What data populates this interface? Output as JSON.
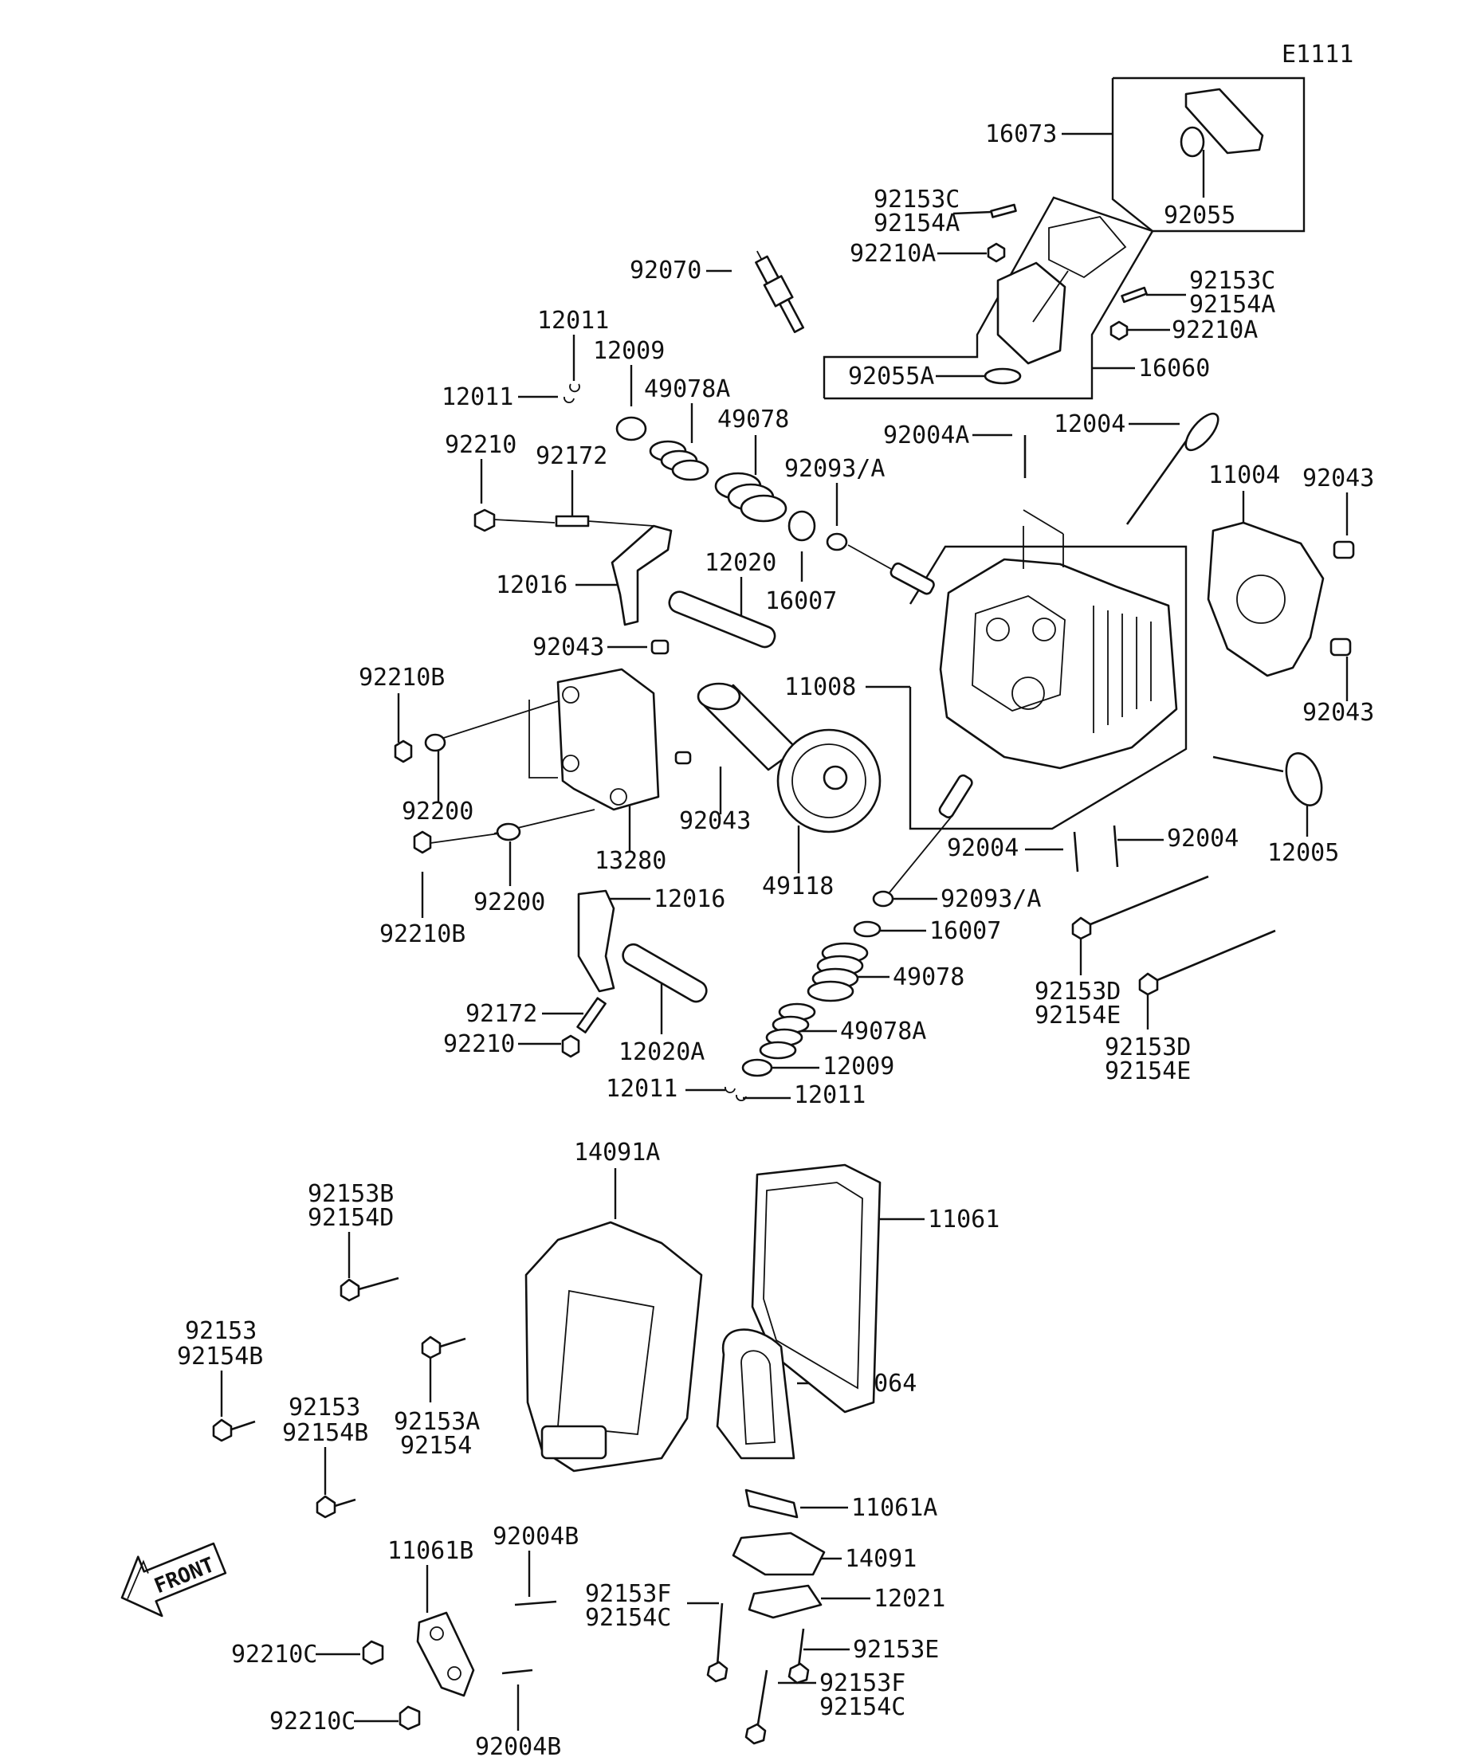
{
  "diagram_id": "E1111",
  "callouts": [
    {
      "key": "16073",
      "text": "16073"
    },
    {
      "key": "92055",
      "text": "92055"
    },
    {
      "key": "92153C_a",
      "text": "92153C"
    },
    {
      "key": "92154A_a",
      "text": "92154A"
    },
    {
      "key": "92210A_a",
      "text": "92210A"
    },
    {
      "key": "92070",
      "text": "92070"
    },
    {
      "key": "92153C_b",
      "text": "92153C"
    },
    {
      "key": "92154A_b",
      "text": "92154A"
    },
    {
      "key": "92210A_b",
      "text": "92210A"
    },
    {
      "key": "12011_a",
      "text": "12011"
    },
    {
      "key": "12009_a",
      "text": "12009"
    },
    {
      "key": "92055A",
      "text": "92055A"
    },
    {
      "key": "16060",
      "text": "16060"
    },
    {
      "key": "12011_b",
      "text": "12011"
    },
    {
      "key": "49078A_a",
      "text": "49078A"
    },
    {
      "key": "49078_a",
      "text": "49078"
    },
    {
      "key": "92004A",
      "text": "92004A"
    },
    {
      "key": "12004",
      "text": "12004"
    },
    {
      "key": "92210_a",
      "text": "92210"
    },
    {
      "key": "92172_a",
      "text": "92172"
    },
    {
      "key": "92093A_a",
      "text": "92093/A"
    },
    {
      "key": "11004",
      "text": "11004"
    },
    {
      "key": "92043_a",
      "text": "92043"
    },
    {
      "key": "12020",
      "text": "12020"
    },
    {
      "key": "12016_a",
      "text": "12016"
    },
    {
      "key": "16007_a",
      "text": "16007"
    },
    {
      "key": "92043_b",
      "text": "92043"
    },
    {
      "key": "11008",
      "text": "11008"
    },
    {
      "key": "92210B_a",
      "text": "92210B"
    },
    {
      "key": "92043_c",
      "text": "92043"
    },
    {
      "key": "92200_a",
      "text": "92200"
    },
    {
      "key": "92043_d",
      "text": "92043"
    },
    {
      "key": "13280",
      "text": "13280"
    },
    {
      "key": "92004_a",
      "text": "92004"
    },
    {
      "key": "92004_b",
      "text": "92004"
    },
    {
      "key": "12005",
      "text": "12005"
    },
    {
      "key": "49118",
      "text": "49118"
    },
    {
      "key": "92200_b",
      "text": "92200"
    },
    {
      "key": "12016_b",
      "text": "12016"
    },
    {
      "key": "92093A_b",
      "text": "92093/A"
    },
    {
      "key": "92210B_b",
      "text": "92210B"
    },
    {
      "key": "16007_b",
      "text": "16007"
    },
    {
      "key": "49078_b",
      "text": "49078"
    },
    {
      "key": "92153D_a",
      "text": "92153D"
    },
    {
      "key": "92154E_a",
      "text": "92154E"
    },
    {
      "key": "92172_b",
      "text": "92172"
    },
    {
      "key": "49078A_b",
      "text": "49078A"
    },
    {
      "key": "92210_b",
      "text": "92210"
    },
    {
      "key": "12020A",
      "text": "12020A"
    },
    {
      "key": "12009_b",
      "text": "12009"
    },
    {
      "key": "92153D_b",
      "text": "92153D"
    },
    {
      "key": "92154E_b",
      "text": "92154E"
    },
    {
      "key": "12011_c",
      "text": "12011"
    },
    {
      "key": "12011_d",
      "text": "12011"
    },
    {
      "key": "14091A",
      "text": "14091A"
    },
    {
      "key": "92153B",
      "text": "92153B"
    },
    {
      "key": "92154D",
      "text": "92154D"
    },
    {
      "key": "11061",
      "text": "11061"
    },
    {
      "key": "92153_a",
      "text": "92153"
    },
    {
      "key": "92154B_a",
      "text": "92154B"
    },
    {
      "key": "31064",
      "text": "31064"
    },
    {
      "key": "92153_b",
      "text": "92153"
    },
    {
      "key": "92153A",
      "text": "92153A"
    },
    {
      "key": "92154B_b",
      "text": "92154B"
    },
    {
      "key": "92154",
      "text": "92154"
    },
    {
      "key": "11061A",
      "text": "11061A"
    },
    {
      "key": "92004B_a",
      "text": "92004B"
    },
    {
      "key": "11061B",
      "text": "11061B"
    },
    {
      "key": "14091",
      "text": "14091"
    },
    {
      "key": "92153F_a",
      "text": "92153F"
    },
    {
      "key": "12021",
      "text": "12021"
    },
    {
      "key": "92154C_a",
      "text": "92154C"
    },
    {
      "key": "92153E",
      "text": "92153E"
    },
    {
      "key": "92210C_a",
      "text": "92210C"
    },
    {
      "key": "92153F_b",
      "text": "92153F"
    },
    {
      "key": "92154C_b",
      "text": "92154C"
    },
    {
      "key": "92210C_b",
      "text": "92210C"
    },
    {
      "key": "92004B_b",
      "text": "92004B"
    }
  ],
  "front_marker": "FRONT"
}
